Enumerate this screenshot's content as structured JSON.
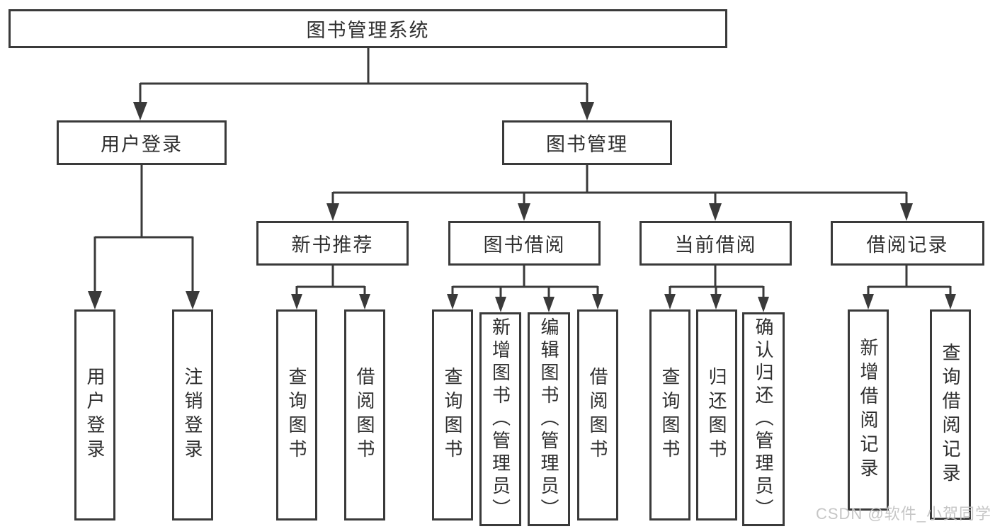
{
  "tree": {
    "label": "图书管理系统",
    "children": [
      {
        "label": "用户登录",
        "children": [
          {
            "label": "用户登录"
          },
          {
            "label": "注销登录"
          }
        ]
      },
      {
        "label": "图书管理",
        "children": [
          {
            "label": "新书推荐",
            "children": [
              {
                "label": "查询图书"
              },
              {
                "label": "借阅图书"
              }
            ]
          },
          {
            "label": "图书借阅",
            "children": [
              {
                "label": "查询图书"
              },
              {
                "label": "新增图书（管理员）"
              },
              {
                "label": "编辑图书（管理员）"
              },
              {
                "label": "借阅图书"
              }
            ]
          },
          {
            "label": "当前借阅",
            "children": [
              {
                "label": "查询图书"
              },
              {
                "label": "归还图书"
              },
              {
                "label": "确认归还（管理员）"
              }
            ]
          },
          {
            "label": "借阅记录",
            "children": [
              {
                "label": "新增借阅记录"
              },
              {
                "label": "查询借阅记录"
              }
            ]
          }
        ]
      }
    ]
  },
  "watermark": {
    "text": "CSDN @软件_小贺同学"
  },
  "colors": {
    "line": "#3a3a3a",
    "text": "#2f2f2f",
    "watermark": "#c2c2c2",
    "background": "#ffffff"
  }
}
